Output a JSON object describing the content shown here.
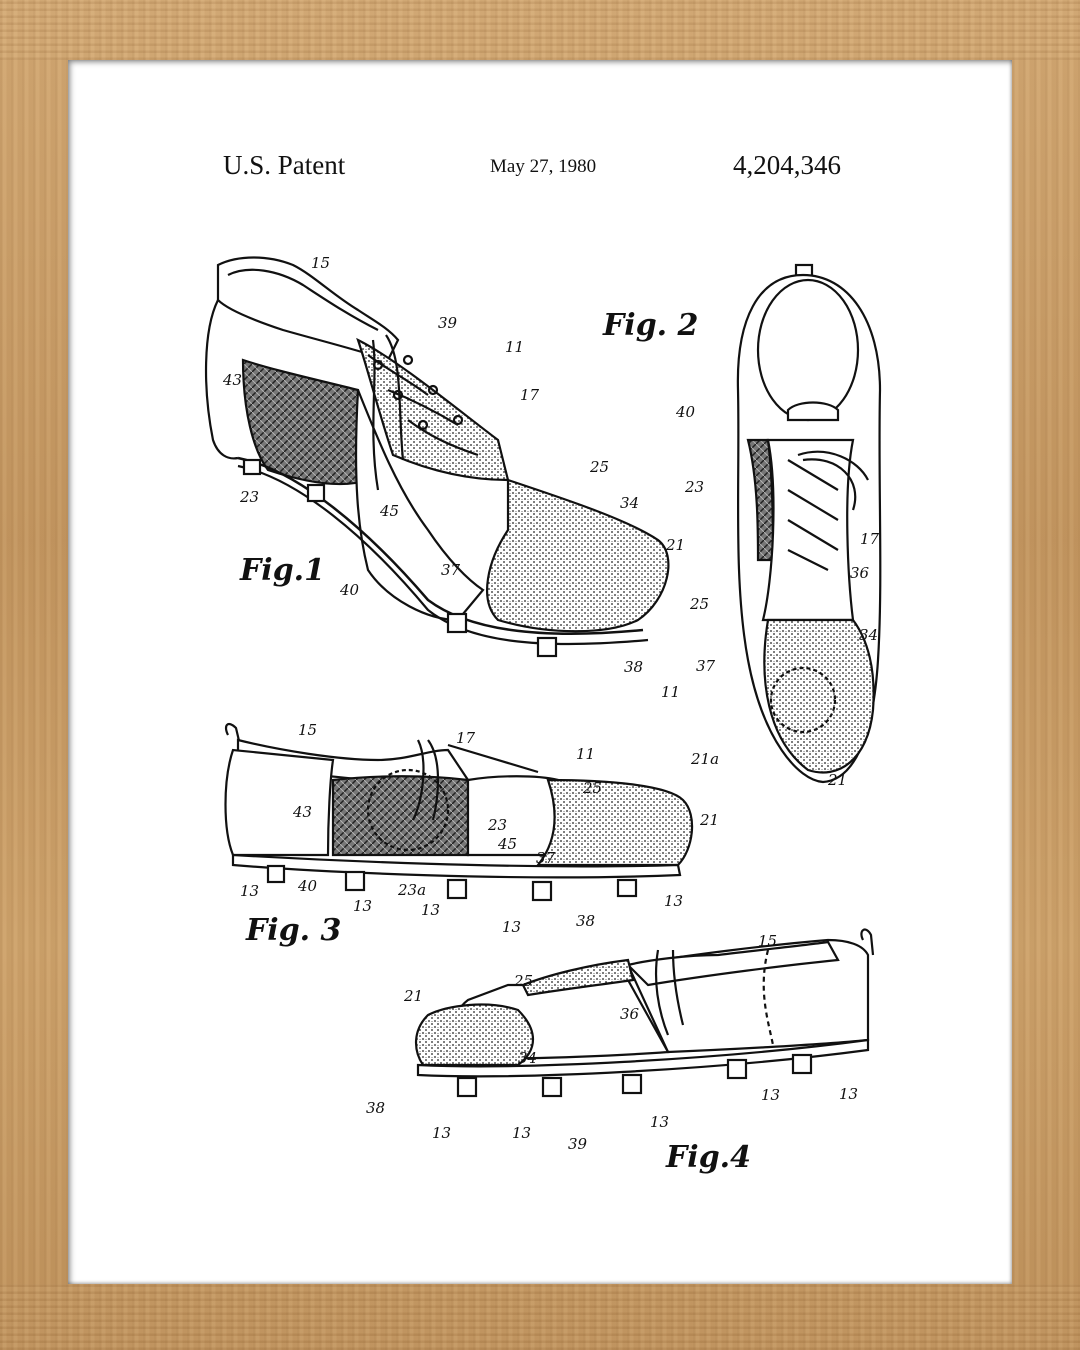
{
  "header": {
    "left": "U.S. Patent",
    "date": "May 27, 1980",
    "number": "4,204,346"
  },
  "figures": [
    {
      "title": "Fig.1",
      "labels": [
        "15",
        "39",
        "11",
        "43",
        "17",
        "25",
        "34",
        "23",
        "45",
        "21",
        "37",
        "40",
        "38"
      ]
    },
    {
      "title": "Fig. 2",
      "labels": [
        "40",
        "23",
        "17",
        "36",
        "25",
        "34",
        "37",
        "11",
        "21a",
        "21"
      ]
    },
    {
      "title": "Fig. 3",
      "labels": [
        "15",
        "17",
        "11",
        "25",
        "43",
        "23",
        "21",
        "45",
        "37",
        "13",
        "40",
        "13",
        "23a",
        "13",
        "13",
        "38",
        "13"
      ]
    },
    {
      "title": "Fig.4",
      "labels": [
        "21",
        "25",
        "36",
        "15",
        "34",
        "38",
        "13",
        "13",
        "13",
        "39",
        "13",
        "13"
      ]
    }
  ],
  "colors": {
    "frame": "#c49a63",
    "paper": "#ffffff",
    "ink": "#111111"
  }
}
